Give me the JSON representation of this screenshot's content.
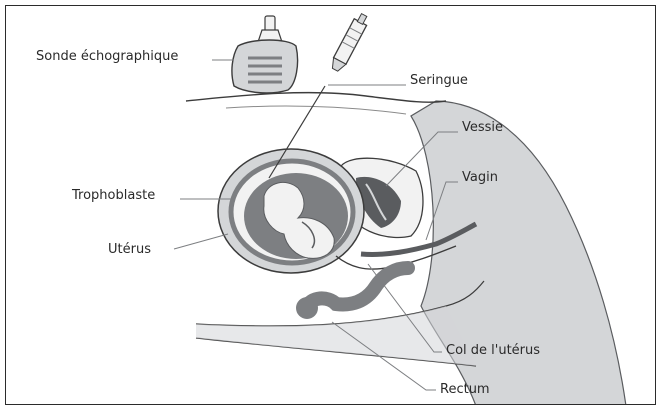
{
  "labels": {
    "sonde": "Sonde échographique",
    "seringue": "Seringue",
    "vessie": "Vessie",
    "vagin": "Vagin",
    "trophoblaste": "Trophoblaste",
    "uterus": "Utérus",
    "col": "Col de l'utérus",
    "rectum": "Rectum"
  },
  "colors": {
    "tissue": "#d4d6d8",
    "dark_tissue": "#7d7f82",
    "darkest": "#5a5c5f",
    "light": "#f2f2f2",
    "outline": "#3c3c3c"
  }
}
